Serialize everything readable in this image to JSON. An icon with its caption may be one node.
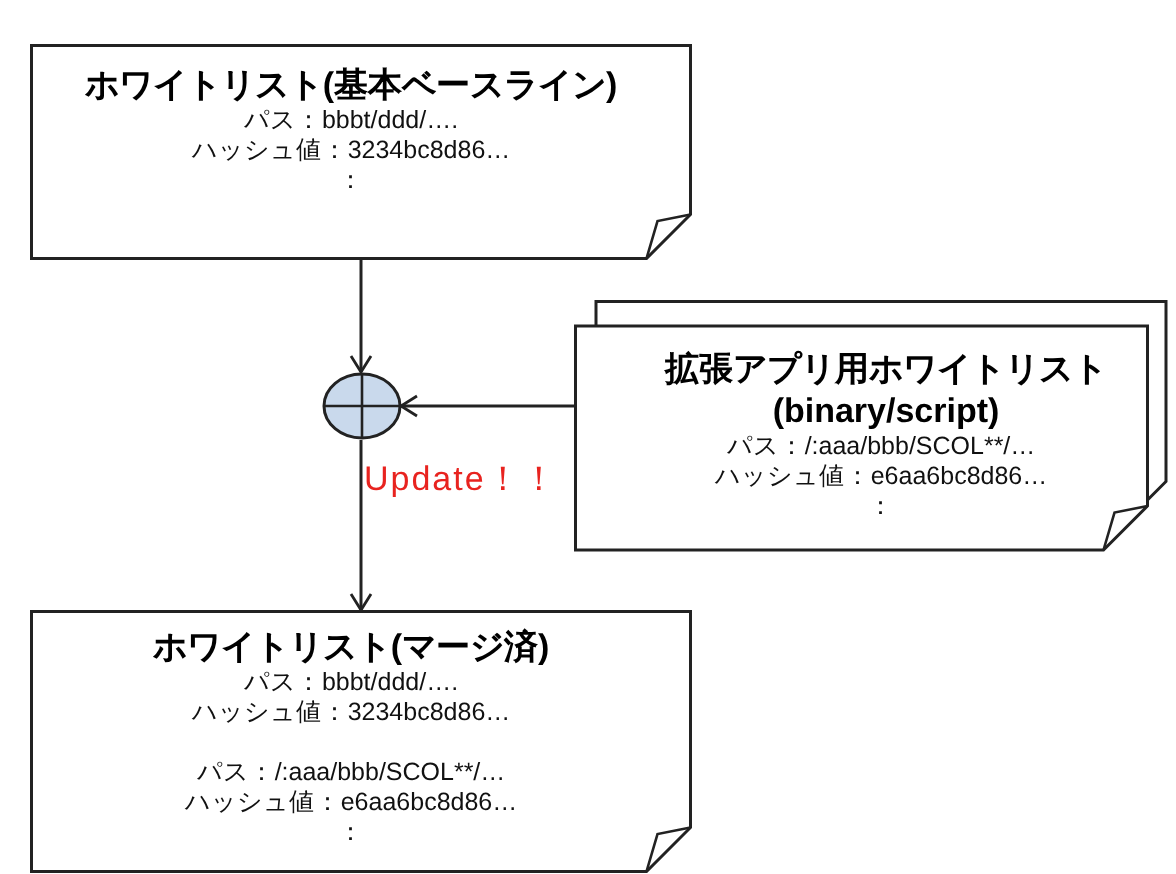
{
  "diagram": {
    "nodes": [
      {
        "text": [
          "ホワイトリスト(基本ベースライン)",
          "パス：bbbt/ddd/….",
          "ハッシュ値：3234bc8d86…",
          "："
        ]
      },
      {
        "text": [],
        "shape": "circle"
      },
      {
        "text": [
          "拡張アプリ用ホワイトリスト(binary/script)",
          "パス：/:aaa/bbb/SCOL**/…",
          "ハッシュ値：e6aa6bc8d86…",
          "："
        ]
      },
      {
        "text": [
          "ホワイトリスト(マージ済)",
          "パス：bbbt/ddd/….",
          "ハッシュ値：3234bc8d86…",
          "パス：/:aaa/bbb/SCOL**/…",
          "ハッシュ値：e6aa6bc8d86…",
          "："
        ]
      }
    ],
    "edges": [
      {
        "from": 0,
        "to": 1,
        "arrow": "to"
      },
      {
        "from": 2,
        "to": 1,
        "arrow": "to"
      },
      {
        "from": 1,
        "to": 3,
        "arrow": "to"
      }
    ],
    "labels": [
      "Update！！"
    ]
  }
}
